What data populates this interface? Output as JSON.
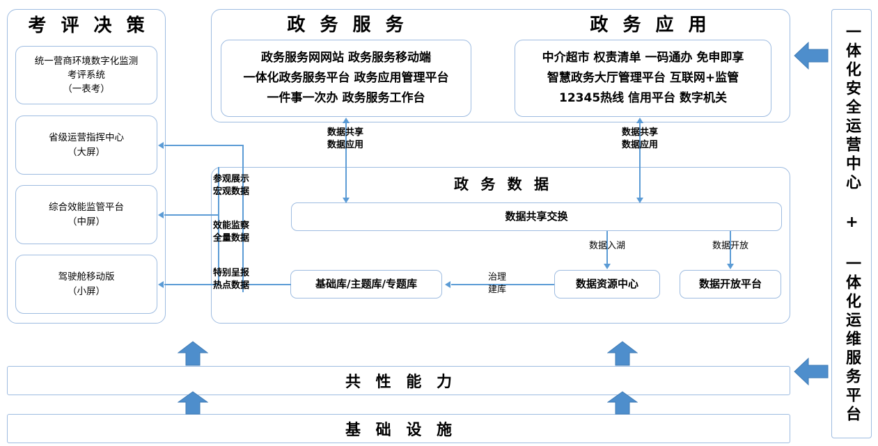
{
  "diagram": {
    "title": "政务服务一体化总体架构图",
    "colors": {
      "border": "#9DBBE0",
      "connector": "#5B9BD5",
      "arrow_fill": "#5B9BD5",
      "text": "#000000",
      "background": "#FFFFFF"
    }
  },
  "left_column": {
    "title": "考 评 决 策",
    "items": [
      {
        "label": "统一营商环境数字化监测\n考评系统\n（一表考）"
      },
      {
        "label": "省级运营指挥中心\n（大屏）"
      },
      {
        "label": "综合效能监管平台\n（中屏）"
      },
      {
        "label": "驾驶舱移动版\n（小屏）"
      }
    ]
  },
  "top_band": {
    "sections": [
      {
        "title": "政 务 服 务",
        "items": "政务服务网网站 政务服务移动端\n一体化政务服务平台 政务应用管理平台\n一件事一次办 政务服务工作台"
      },
      {
        "title": "政 务 应 用",
        "items": "中介超市 权责清单 一码通办 免申即享\n智慧政务大厅管理平台 互联网+监管\n12345热线 信用平台 数字机关"
      }
    ]
  },
  "data_panel": {
    "title": "政 务 数 据",
    "exchange_box": "数据共享交换",
    "boxes": [
      {
        "label": "基础库/主题库/专题库"
      },
      {
        "label": "数据资源中心"
      },
      {
        "label": "数据开放平台"
      }
    ]
  },
  "edge_labels": {
    "share_apply_left": "数据共享\n数据应用",
    "share_apply_right": "数据共享\n数据应用",
    "visit_display": "参观展示\n宏观数据",
    "efficiency_supervise": "效能监察\n全量数据",
    "special_report": "特别呈报\n热点数据",
    "govern_build": "治理\n建库",
    "data_into_lake": "数据入湖",
    "data_open": "数据开放"
  },
  "bottom_bars": [
    {
      "label": "共 性 能 力"
    },
    {
      "label": "基 础 设 施"
    }
  ],
  "right_panel": {
    "label": "一体化安全运营中心 + 一体化运维服务平台"
  },
  "icons": {
    "block_arrow_up": "block-arrow-up-icon",
    "block_arrow_left": "block-arrow-left-icon",
    "connector_arrow": "connector-arrowhead-icon"
  }
}
